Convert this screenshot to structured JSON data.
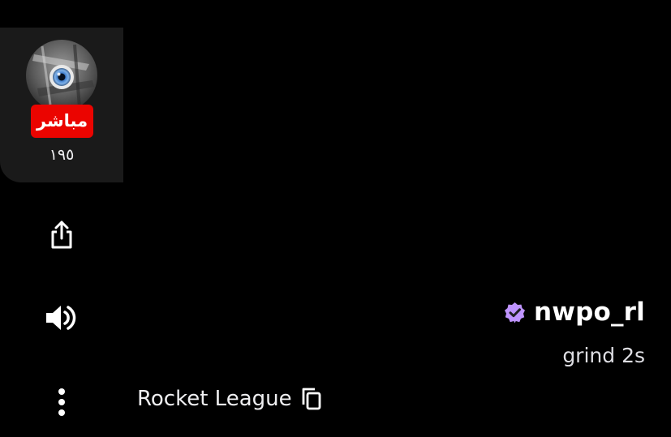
{
  "channel": {
    "live_label": "مباشر",
    "viewer_count": "١٩٥"
  },
  "actions": {
    "share_icon": "share-icon",
    "volume_icon": "volume-icon",
    "more_icon": "more-vertical-icon"
  },
  "stream": {
    "streamer_name": "nwpo_rl",
    "verified_icon": "verified-badge-icon",
    "title": "grind 2s",
    "category": "Rocket League",
    "copy_icon": "copy-icon"
  },
  "colors": {
    "background": "#000000",
    "card": "#1a1a1a",
    "live": "#eb0400",
    "verified": "#bf94ff",
    "text": "#ffffff",
    "muted_text": "#dedee3"
  }
}
